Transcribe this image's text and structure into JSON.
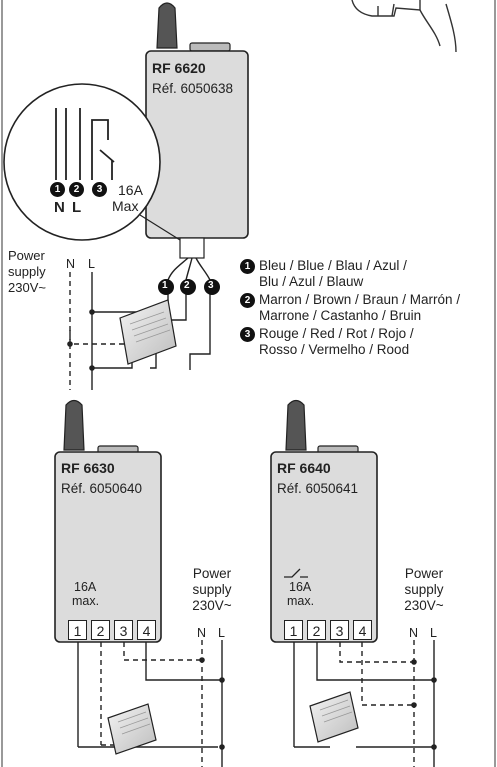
{
  "devices": [
    {
      "model": "RF 6620",
      "ref": "Réf. 6050638"
    },
    {
      "model": "RF 6630",
      "ref": "Réf. 6050640",
      "rating": "16A",
      "rating_sub": "max.",
      "terminals": [
        "1",
        "2",
        "3",
        "4"
      ]
    },
    {
      "model": "RF 6640",
      "ref": "Réf. 6050641",
      "rating": "16A",
      "rating_sub": "max.",
      "terminals": [
        "1",
        "2",
        "3",
        "4"
      ]
    }
  ],
  "zoom": {
    "markers": [
      "1",
      "2",
      "3"
    ],
    "n": "N",
    "l": "L",
    "rating": "16A",
    "rating_sub": "Max"
  },
  "power": {
    "line1": "Power",
    "line2": "supply",
    "line3": "230V~",
    "n": "N",
    "l": "L"
  },
  "wire_markers": [
    "1",
    "2",
    "3"
  ],
  "legend": [
    {
      "num": "1",
      "line1": "Bleu / Blue / Blau / Azul /",
      "line2": "Blu / Azul / Blauw"
    },
    {
      "num": "2",
      "line1": "Marron / Brown / Braun / Marrón /",
      "line2": "Marrone / Castanho / Bruin"
    },
    {
      "num": "3",
      "line1": "Rouge / Red / Rot / Rojo /",
      "line2": "Rosso / Vermelho / Rood"
    }
  ],
  "colors": {
    "device_fill": "#dcdcdc",
    "stroke": "#222222",
    "background": "#ffffff"
  }
}
